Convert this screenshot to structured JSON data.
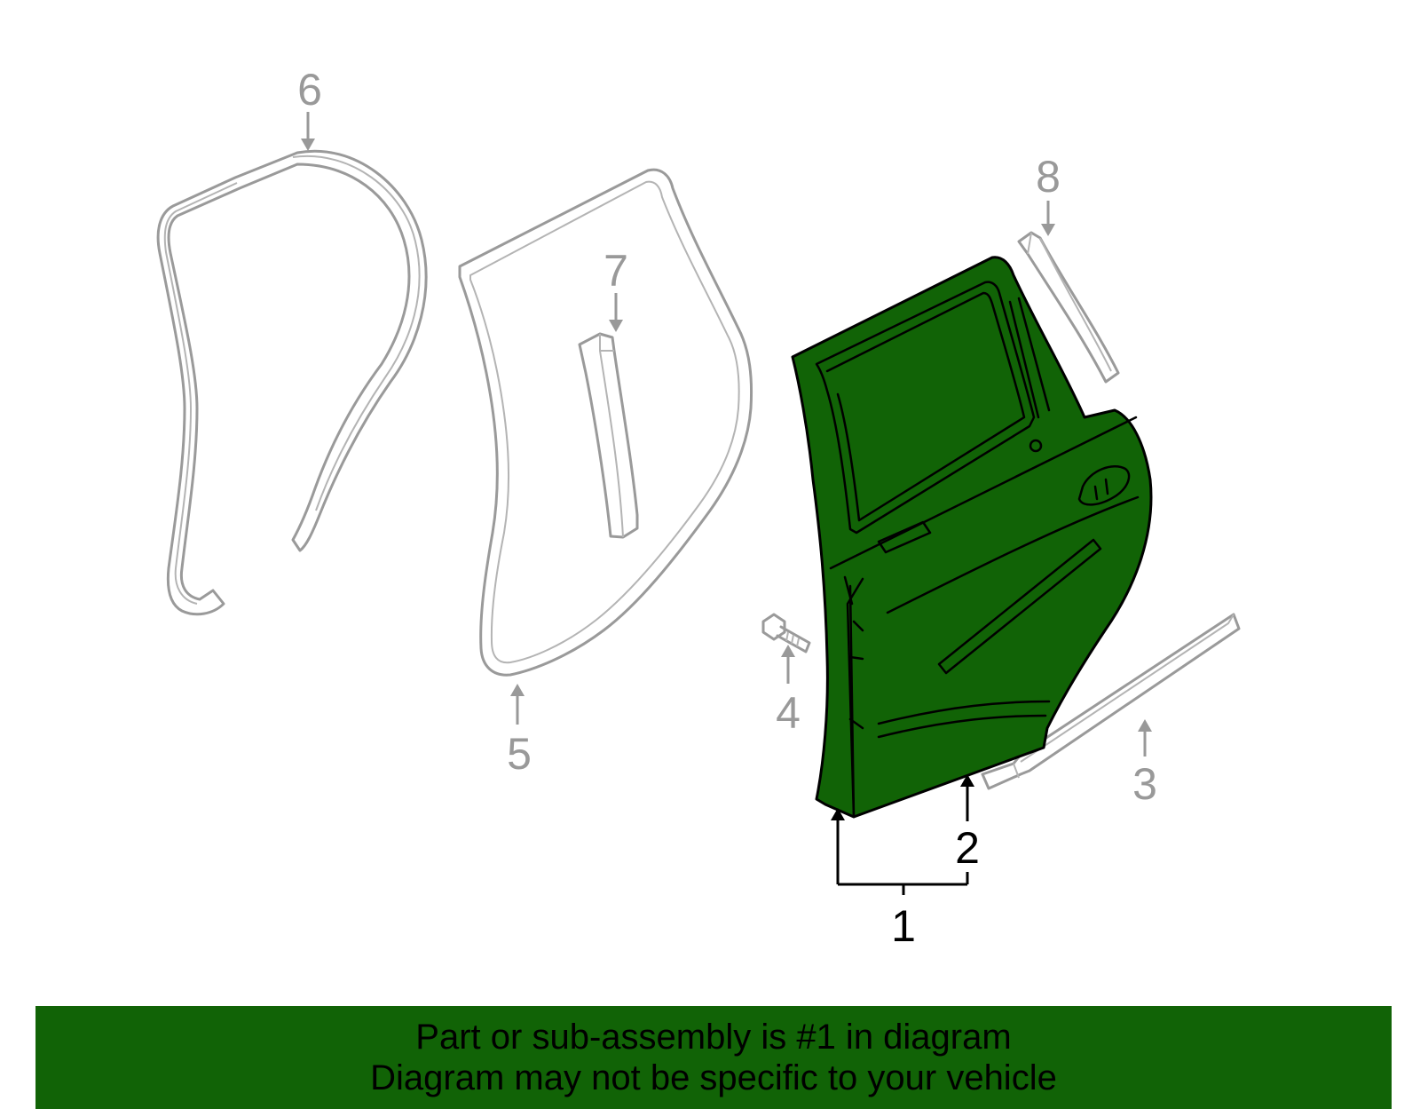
{
  "diagram": {
    "callouts": {
      "c1": "1",
      "c2": "2",
      "c3": "3",
      "c4": "4",
      "c5": "5",
      "c6": "6",
      "c7": "7",
      "c8": "8"
    },
    "highlight_color": "#116306",
    "part_outline_color": "#9a9a9a",
    "callout_gray_color": "#999999",
    "callout_black_color": "#000000",
    "icons": {
      "door_shell": "rear-door-shell-icon",
      "door_outer_panel": "door-outer-panel-icon",
      "lower_molding": "lower-molding-icon",
      "bolt": "bolt-icon",
      "door_weatherstrip": "door-weatherstrip-icon",
      "opening_weatherstrip": "opening-weatherstrip-icon",
      "pillar_trim": "pillar-trim-icon",
      "upper_trim": "upper-trim-icon"
    }
  },
  "banner": {
    "line1": "Part or sub-assembly is #1 in diagram",
    "line2": "Diagram may not be specific to your vehicle",
    "background": "#116306"
  }
}
